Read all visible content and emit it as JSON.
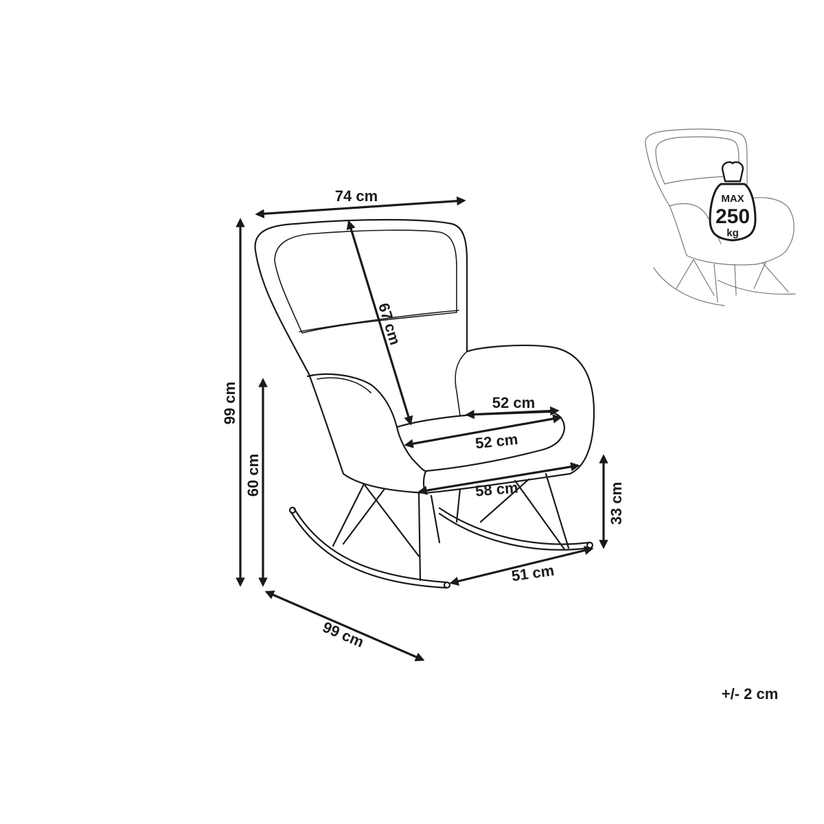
{
  "dimensions": {
    "width": "74 cm",
    "height": "99 cm",
    "seat_height": "60 cm",
    "backrest": "67 cm",
    "seat_depth": "52 cm",
    "seat_width": "52 cm",
    "leg_span": "58 cm",
    "rocker_height": "33 cm",
    "rocker_base": "51 cm",
    "depth": "99 cm"
  },
  "tolerance": "+/- 2 cm",
  "capacity_badge": {
    "line1": "MAX",
    "line2": "250",
    "line3": "kg"
  }
}
